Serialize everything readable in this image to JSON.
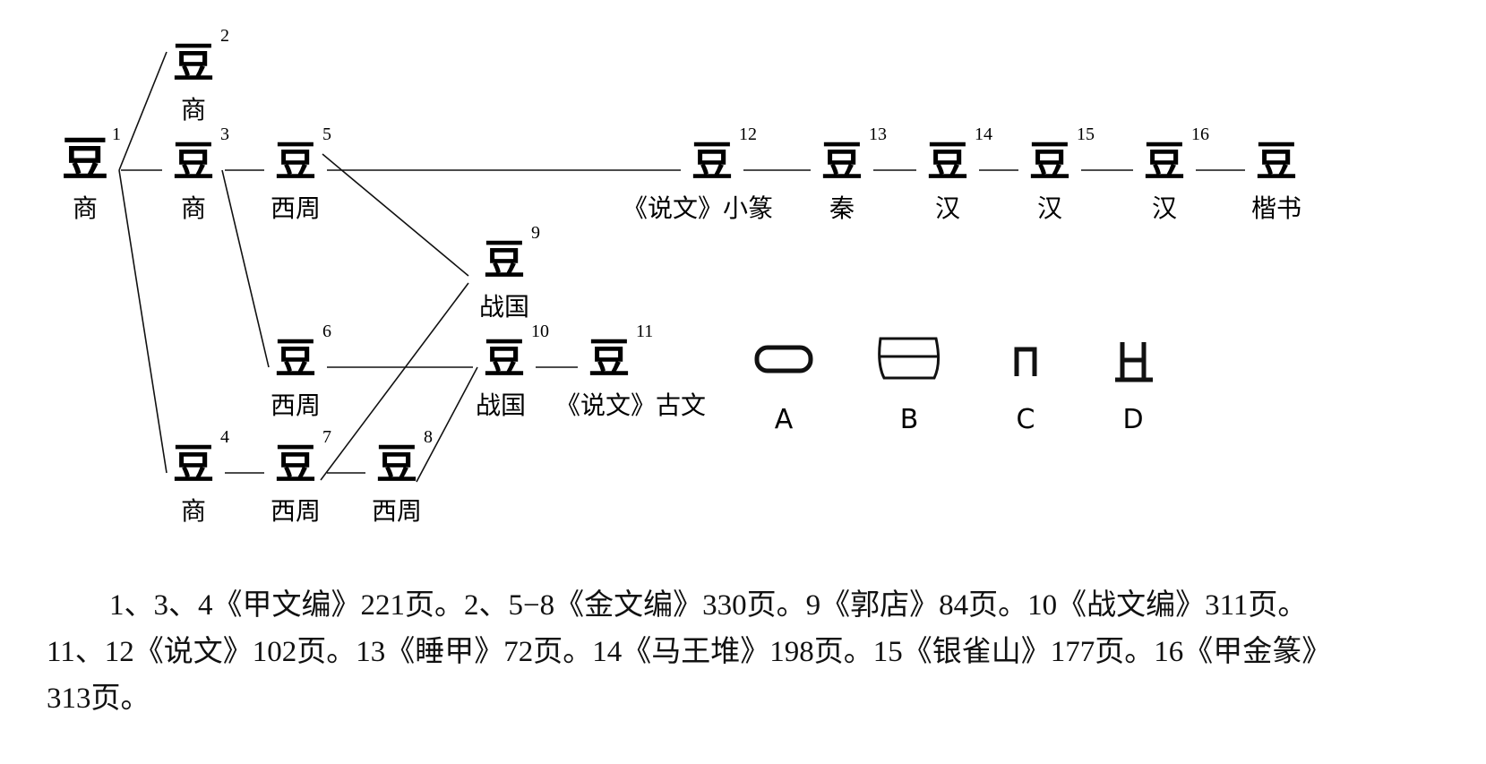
{
  "nodes": [
    {
      "n": "1",
      "era": "商",
      "glyph": "豆"
    },
    {
      "n": "2",
      "era": "商",
      "glyph": "豆"
    },
    {
      "n": "3",
      "era": "商",
      "glyph": "豆"
    },
    {
      "n": "4",
      "era": "商",
      "glyph": "豆"
    },
    {
      "n": "5",
      "era": "西周",
      "glyph": "豆"
    },
    {
      "n": "6",
      "era": "西周",
      "glyph": "豆"
    },
    {
      "n": "7",
      "era": "西周",
      "glyph": "豆"
    },
    {
      "n": "8",
      "era": "西周",
      "glyph": "豆"
    },
    {
      "n": "9",
      "era": "战国",
      "glyph": "豆"
    },
    {
      "n": "10",
      "era": "战国",
      "glyph": "豆"
    },
    {
      "n": "11",
      "era": "《说文》古文",
      "glyph": "豆"
    },
    {
      "n": "12",
      "era": "《说文》小篆",
      "glyph": "豆"
    },
    {
      "n": "13",
      "era": "秦",
      "glyph": "豆"
    },
    {
      "n": "14",
      "era": "汉",
      "glyph": "豆"
    },
    {
      "n": "15",
      "era": "汉",
      "glyph": "豆"
    },
    {
      "n": "16",
      "era": "汉",
      "glyph": "豆"
    },
    {
      "n": "",
      "era": "楷书",
      "glyph": "豆"
    }
  ],
  "edges": [
    [
      "1",
      "2"
    ],
    [
      "1",
      "3"
    ],
    [
      "1",
      "4"
    ],
    [
      "3",
      "5"
    ],
    [
      "3",
      "6"
    ],
    [
      "4",
      "7"
    ],
    [
      "7",
      "8"
    ],
    [
      "5",
      "12"
    ],
    [
      "5",
      "9"
    ],
    [
      "9",
      "7"
    ],
    [
      "6",
      "10"
    ],
    [
      "8",
      "10"
    ],
    [
      "10",
      "11"
    ],
    [
      "12",
      "13"
    ],
    [
      "13",
      "14"
    ],
    [
      "14",
      "15"
    ],
    [
      "15",
      "16"
    ],
    [
      "16",
      ""
    ]
  ],
  "components": [
    {
      "letter": "A",
      "shape": "oval-mouth"
    },
    {
      "letter": "B",
      "shape": "vessel-body-with-line"
    },
    {
      "letter": "C",
      "shape": "stem-arch"
    },
    {
      "letter": "D",
      "shape": "foot-stand"
    }
  ],
  "caption": {
    "line1": "1、3、4《甲文编》221页。2、5−8《金文编》330页。9《郭店》84页。10《战文编》311页。",
    "line2": "11、12《说文》102页。13《睡甲》72页。14《马王堆》198页。15《银雀山》177页。16《甲金篆》",
    "line3": "313页。"
  }
}
